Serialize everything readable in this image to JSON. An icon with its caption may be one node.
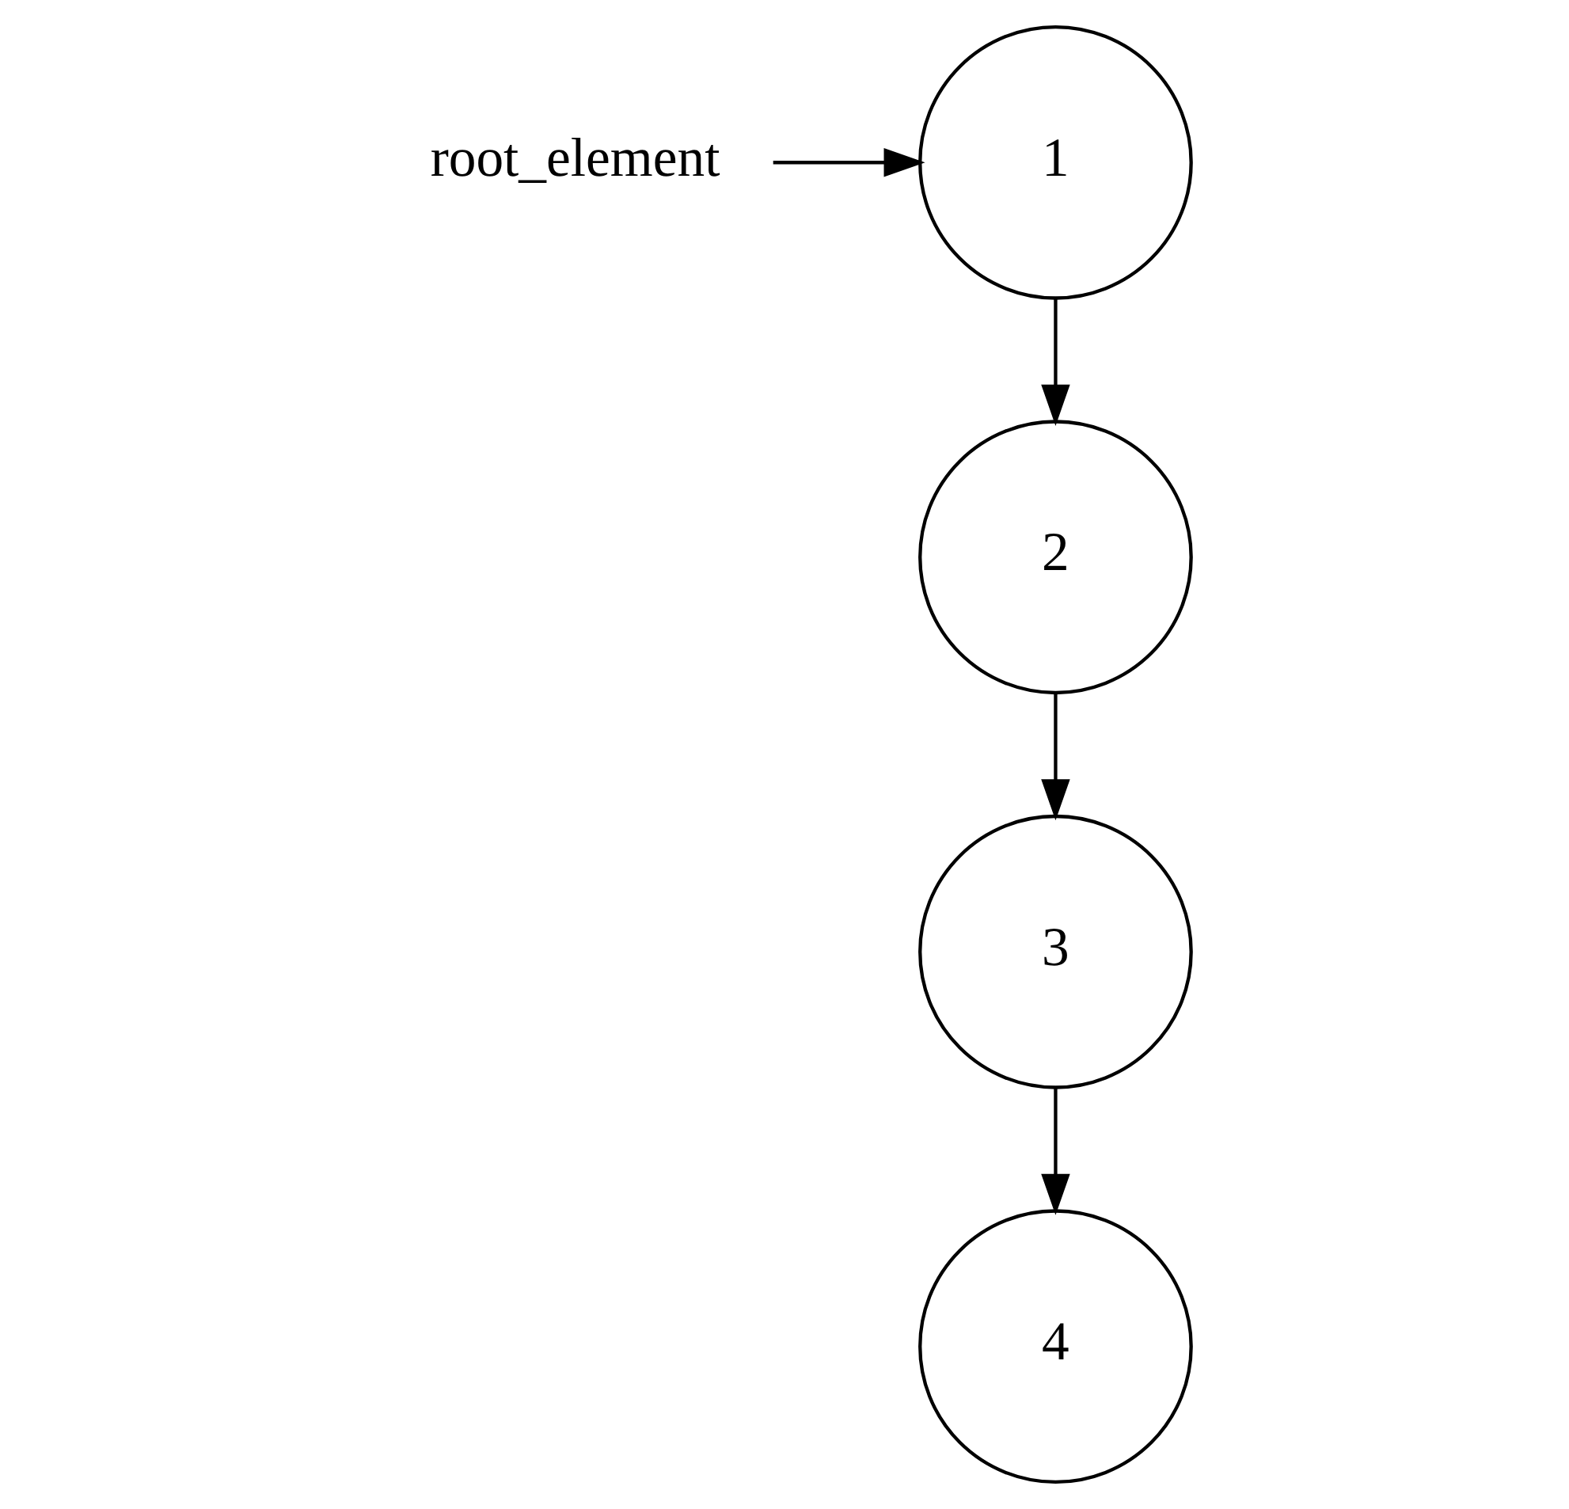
{
  "diagram": {
    "nodes": [
      {
        "text": [
          "root_element"
        ]
      },
      {
        "text": [
          "1"
        ]
      },
      {
        "text": [
          "2"
        ]
      },
      {
        "text": [
          "3"
        ]
      },
      {
        "text": [
          "4"
        ]
      }
    ],
    "edges": [
      {
        "from": 0,
        "to": 1,
        "arrow": "to"
      },
      {
        "from": 1,
        "to": 2,
        "arrow": "to"
      },
      {
        "from": 2,
        "to": 3,
        "arrow": "to"
      },
      {
        "from": 3,
        "to": 4,
        "arrow": "to"
      }
    ]
  }
}
